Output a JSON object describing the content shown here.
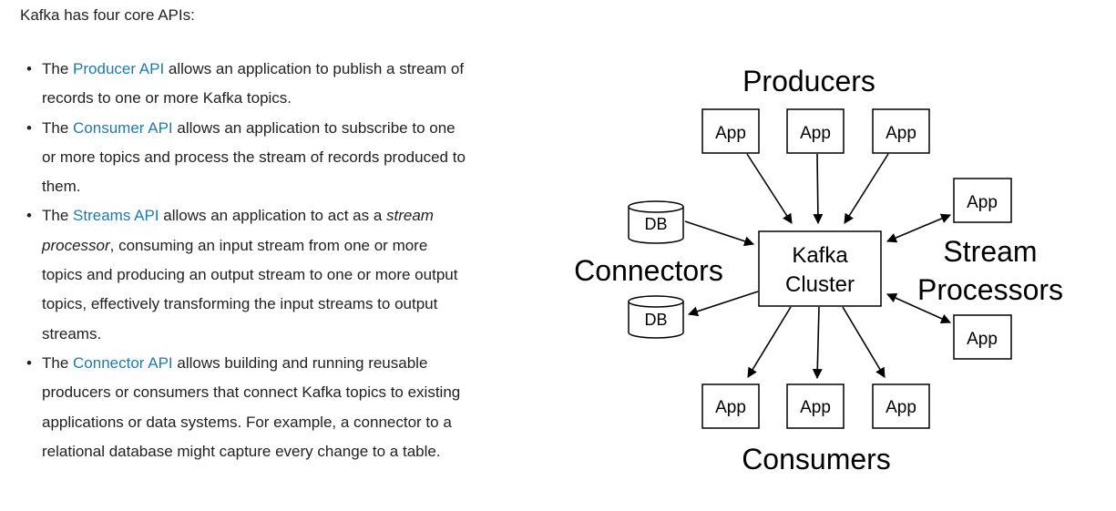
{
  "intro": "Kafka has four core APIs:",
  "apis": [
    {
      "prefix": "The ",
      "link": "Producer API",
      "rest": " allows an application to publish a stream of records to one or more Kafka topics."
    },
    {
      "prefix": "The ",
      "link": "Consumer API",
      "rest": " allows an application to subscribe to one or more topics and process the stream of records produced to them."
    },
    {
      "prefix": "The ",
      "link": "Streams API",
      "rest_before_em": " allows an application to act as a ",
      "em": "stream processor",
      "rest": ", consuming an input stream from one or more topics and producing an output stream to one or more output topics, effectively transforming the input streams to output streams."
    },
    {
      "prefix": "The ",
      "link": "Connector API",
      "rest": " allows building and running reusable producers or consumers that connect Kafka topics to existing applications or data systems. For example, a connector to a relational database might capture every change to a table."
    }
  ],
  "diagram": {
    "producers_label": "Producers",
    "consumers_label": "Consumers",
    "connectors_label": "Connectors",
    "stream_label_line1": "Stream",
    "stream_label_line2": "Processors",
    "cluster_line1": "Kafka",
    "cluster_line2": "Cluster",
    "app": "App",
    "db": "DB"
  }
}
